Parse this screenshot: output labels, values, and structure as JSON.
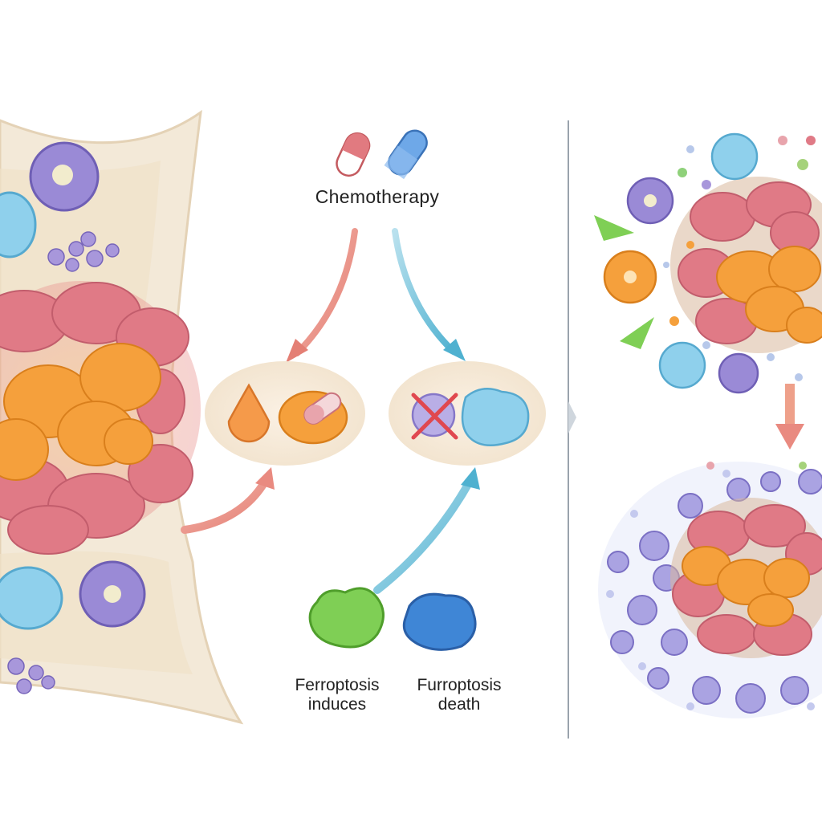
{
  "title": "Chemotherapy",
  "labels": {
    "left_line1": "Ferroptosis",
    "left_line2": "induces",
    "right_line1": "Furroptosis",
    "right_line2": "death"
  },
  "colors": {
    "tumor_red": "#e07a86",
    "tumor_orange": "#f5a03c",
    "cell_blue": "#8fd0ec",
    "cell_purple": "#9a8ad6",
    "cell_green": "#7fcf55",
    "arrow_red": "#e98a80",
    "arrow_blue": "#6cbcd6",
    "tissue": "#f2e6d2"
  },
  "icons": [
    "capsule-icon",
    "droplet-icon",
    "cross-mark-icon"
  ]
}
